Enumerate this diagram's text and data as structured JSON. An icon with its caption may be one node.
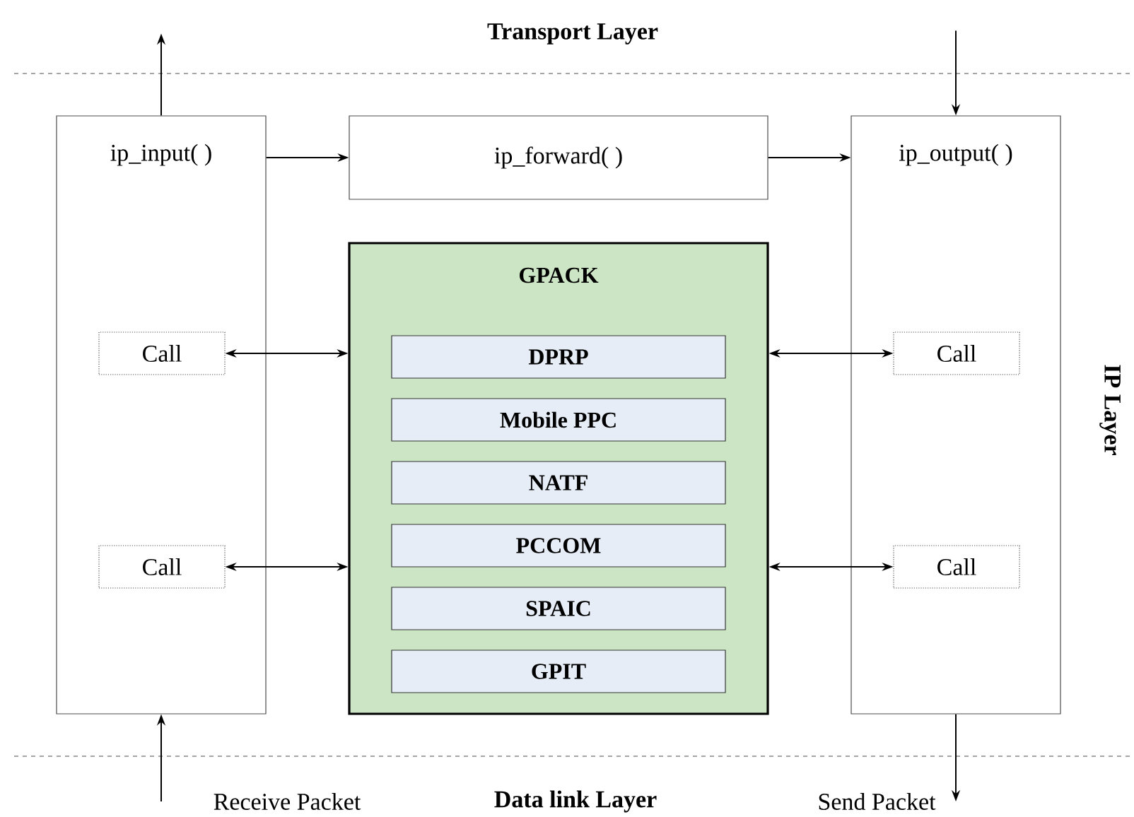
{
  "diagram": {
    "nodes": [
      {
        "text": [
          "ip_input( )"
        ]
      },
      {
        "text": [
          "Call"
        ],
        "in": 0
      },
      {
        "text": [
          "Call"
        ],
        "in": 0
      },
      {
        "text": [
          "ip_forward( )"
        ]
      },
      {
        "text": [
          "GPACK"
        ]
      },
      {
        "text": [
          "DPRP"
        ],
        "in": 4
      },
      {
        "text": [
          "Mobile PPC"
        ],
        "in": 4
      },
      {
        "text": [
          "NATF"
        ],
        "in": 4
      },
      {
        "text": [
          "PCCOM"
        ],
        "in": 4
      },
      {
        "text": [
          "SPAIC"
        ],
        "in": 4
      },
      {
        "text": [
          "GPIT"
        ],
        "in": 4
      },
      {
        "text": [
          "ip_output( )"
        ]
      },
      {
        "text": [
          "Call"
        ],
        "in": 11
      },
      {
        "text": [
          "Call"
        ],
        "in": 11
      },
      {
        "text": [
          "Receive Packet"
        ]
      },
      {
        "text": [
          "Send Packet"
        ]
      }
    ],
    "edges": [
      {
        "from": 0,
        "to": null,
        "arrow": "to"
      },
      {
        "from": null,
        "to": 11,
        "arrow": "to"
      },
      {
        "from": 0,
        "to": 3,
        "arrow": "to"
      },
      {
        "from": 3,
        "to": 11,
        "arrow": "to"
      },
      {
        "from": 1,
        "to": 4,
        "arrow": "both"
      },
      {
        "from": 2,
        "to": 4,
        "arrow": "both"
      },
      {
        "from": 12,
        "to": 4,
        "arrow": "both"
      },
      {
        "from": 13,
        "to": 4,
        "arrow": "both"
      },
      {
        "from": 14,
        "to": 0,
        "arrow": "to"
      },
      {
        "from": 11,
        "to": 15,
        "arrow": "to"
      }
    ],
    "labels": [
      "Transport Layer",
      "IP Layer",
      "Data link Layer"
    ]
  }
}
